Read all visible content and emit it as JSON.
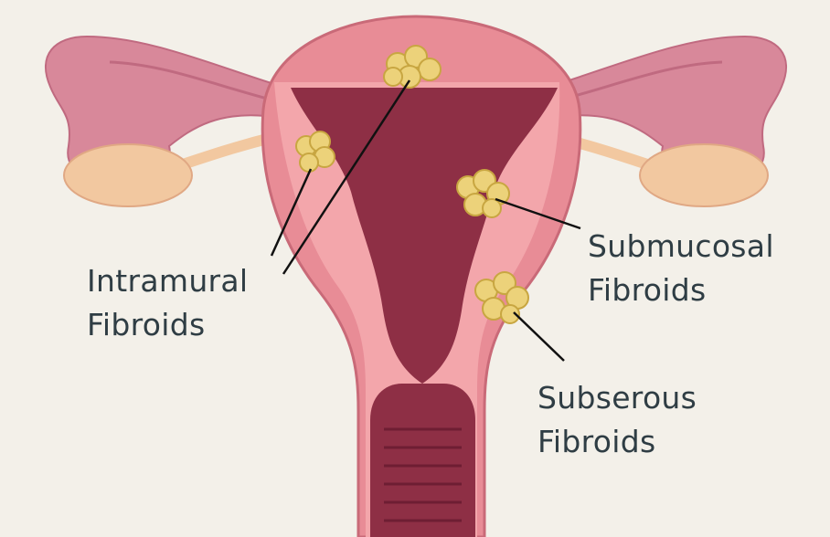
{
  "labels": {
    "intramural": {
      "line1": "Intramural",
      "line2": "Fibroids"
    },
    "submucosal": {
      "line1": "Submucosal",
      "line2": "Fibroids"
    },
    "subserous": {
      "line1": "Subserous",
      "line2": "Fibroids"
    }
  },
  "colors": {
    "background": "#f3f0e9",
    "uterus_wall": "#e88c96",
    "uterus_inner": "#f3a6ab",
    "cavity": "#8e2f45",
    "tube": "#d8889a",
    "ovary": "#f2c8a0",
    "fibroid": "#ecd27a",
    "fibroid_outline": "#c8a641",
    "leader_line": "#111111",
    "label_text": "#2f3d44"
  }
}
